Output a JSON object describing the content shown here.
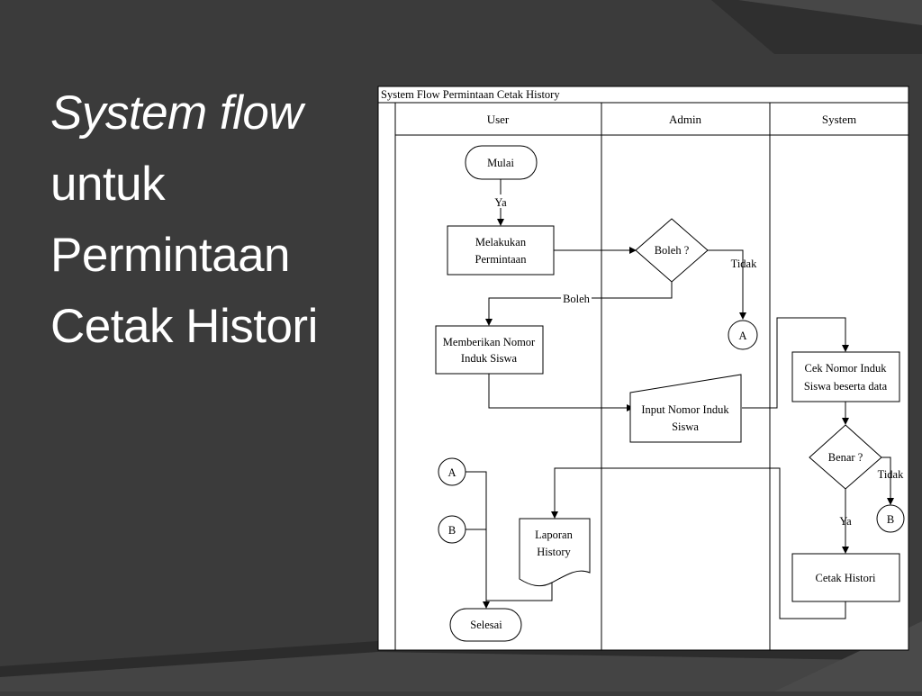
{
  "slide": {
    "title_line1": "System flow",
    "title_line2": "untuk",
    "title_line3": "Permintaan",
    "title_line4": "Cetak Histori"
  },
  "diagram": {
    "title": "System Flow Permintaan Cetak History",
    "lanes": {
      "user": "User",
      "admin": "Admin",
      "system": "System"
    },
    "nodes": {
      "mulai": "Mulai",
      "melakukan_line1": "Melakukan",
      "melakukan_line2": "Permintaan",
      "boleh_decision": "Boleh ?",
      "memberikan_line1": "Memberikan Nomor",
      "memberikan_line2": "Induk Siswa",
      "input_line1": "Input Nomor Induk",
      "input_line2": "Siswa",
      "cek_line1": "Cek Nomor Induk",
      "cek_line2": "Siswa beserta data",
      "benar_decision": "Benar ?",
      "cetak": "Cetak Histori",
      "laporan_line1": "Laporan",
      "laporan_line2": "History",
      "selesai": "Selesai",
      "conn_a_admin": "A",
      "conn_a_user": "A",
      "conn_b_system": "B",
      "conn_b_user": "B"
    },
    "edge_labels": {
      "ya_top": "Ya",
      "tidak_admin": "Tidak",
      "boleh_edge": "Boleh",
      "tidak_system": "Tidak",
      "ya_system": "Ya"
    }
  },
  "colors": {
    "background": "#3b3b3b",
    "decor_dark": "#2e2e2e",
    "decor_light": "#4a4a4a",
    "title_text": "#ffffff",
    "diagram_bg": "#ffffff",
    "diagram_line": "#000000"
  }
}
